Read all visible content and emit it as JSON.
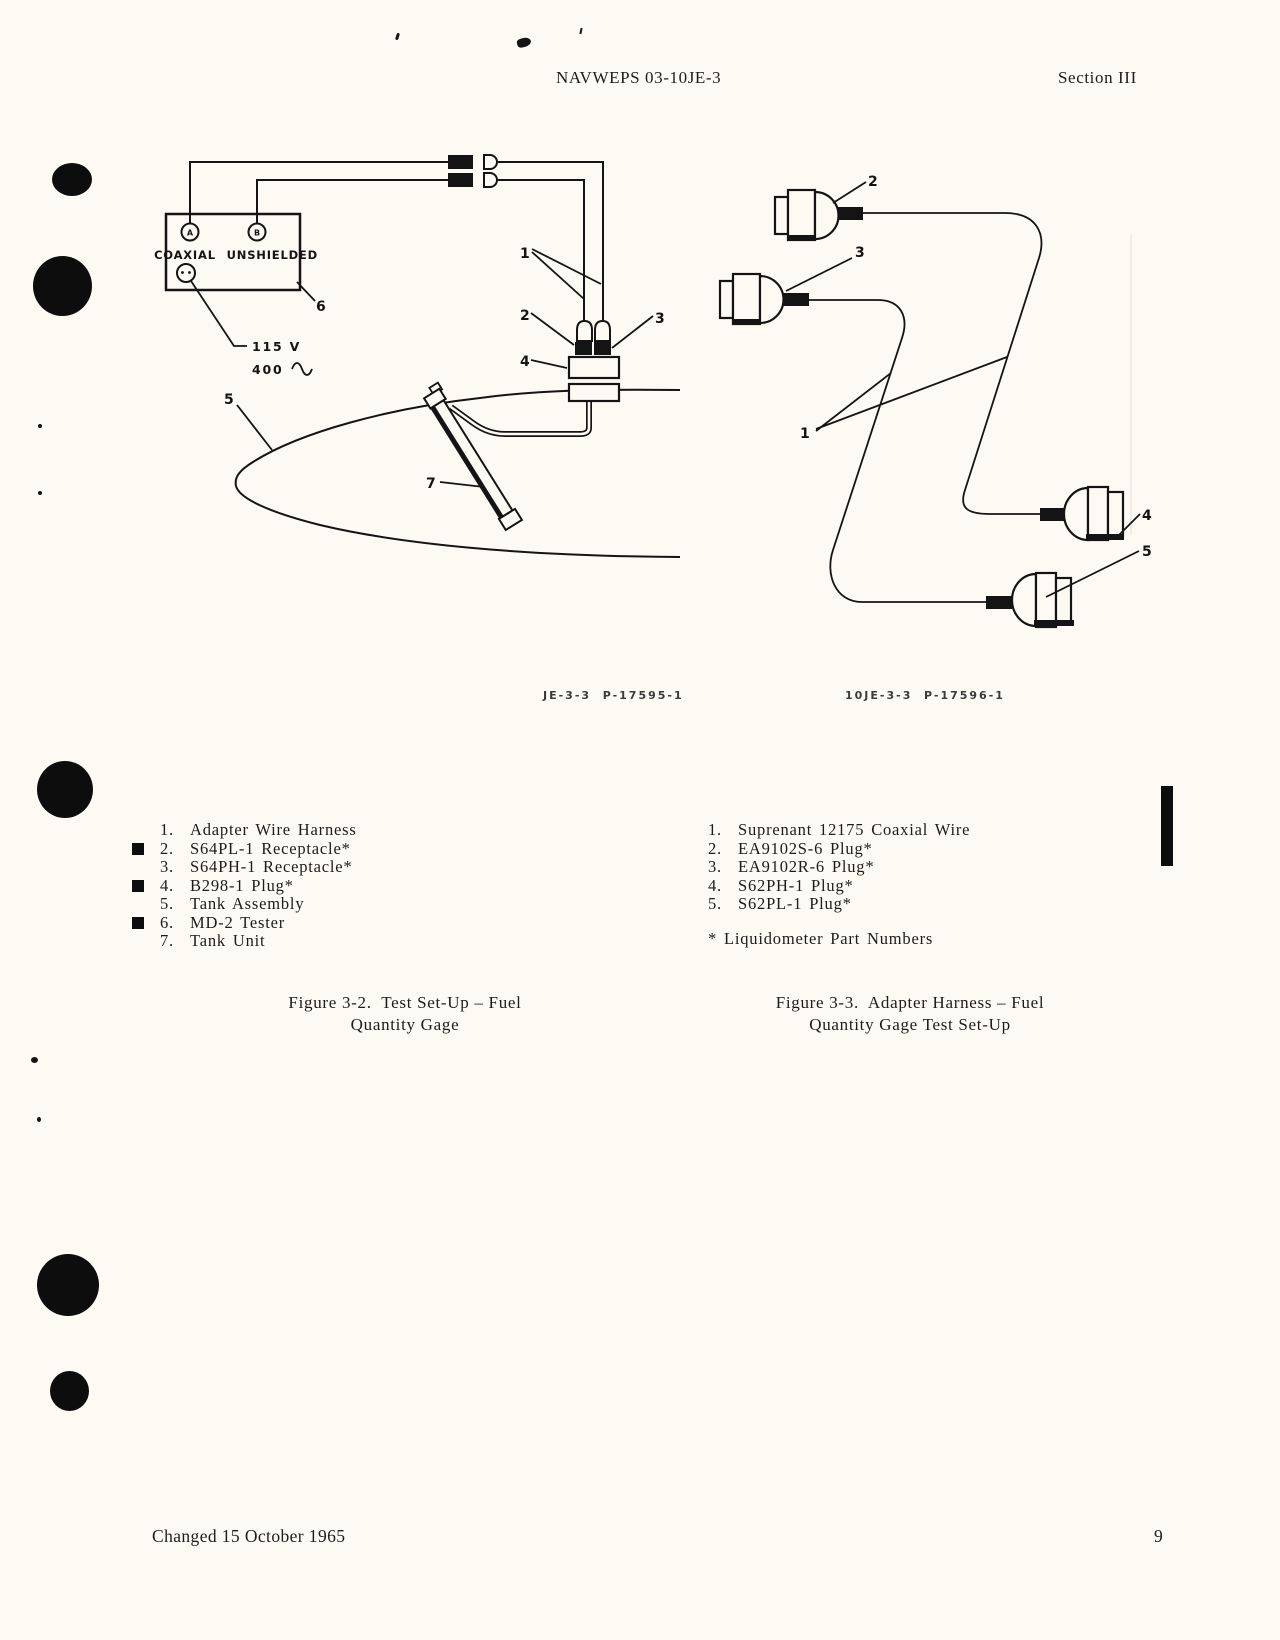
{
  "header": {
    "doc_number": "NAVWEPS 03-10JE-3",
    "section": "Section III"
  },
  "footer": {
    "changed_note": "Changed 15 October 1965",
    "page_number": "9"
  },
  "figure32": {
    "tester": {
      "label": "COAXIAL UNSHIELDED",
      "terminal_a": "A",
      "terminal_b": "B"
    },
    "power": {
      "line1": "115 V",
      "line2": "400"
    },
    "callouts": {
      "c1": "1",
      "c2": "2",
      "c3": "3",
      "c4": "4",
      "c5": "5",
      "c6": "6",
      "c7": "7"
    },
    "ref_code": "JE-3-3  P-17595-1",
    "caption_line1": "Figure 3-2.  Test Set-Up – Fuel",
    "caption_line2": "Quantity Gage",
    "parts": [
      {
        "num": "1.",
        "name": "Adapter Wire Harness",
        "changed": false
      },
      {
        "num": "2.",
        "name": "S64PL-1 Receptacle*",
        "changed": true
      },
      {
        "num": "3.",
        "name": "S64PH-1 Receptacle*",
        "changed": false
      },
      {
        "num": "4.",
        "name": "B298-1 Plug*",
        "changed": true
      },
      {
        "num": "5.",
        "name": "Tank Assembly",
        "changed": false
      },
      {
        "num": "6.",
        "name": "MD-2 Tester",
        "changed": true
      },
      {
        "num": "7.",
        "name": "Tank Unit",
        "changed": false
      }
    ]
  },
  "figure33": {
    "callouts": {
      "c1": "1",
      "c2": "2",
      "c3": "3",
      "c4": "4",
      "c5": "5"
    },
    "ref_code": "10JE-3-3  P-17596-1",
    "caption_line1": "Figure 3-3.  Adapter Harness – Fuel",
    "caption_line2": "Quantity Gage Test Set-Up",
    "footnote": "* Liquidometer Part Numbers",
    "parts": [
      {
        "num": "1.",
        "name": "Suprenant 12175 Coaxial Wire"
      },
      {
        "num": "2.",
        "name": "EA9102S-6 Plug*"
      },
      {
        "num": "3.",
        "name": "EA9102R-6 Plug*"
      },
      {
        "num": "4.",
        "name": "S62PH-1 Plug*"
      },
      {
        "num": "5.",
        "name": "S62PL-1 Plug*"
      }
    ]
  }
}
